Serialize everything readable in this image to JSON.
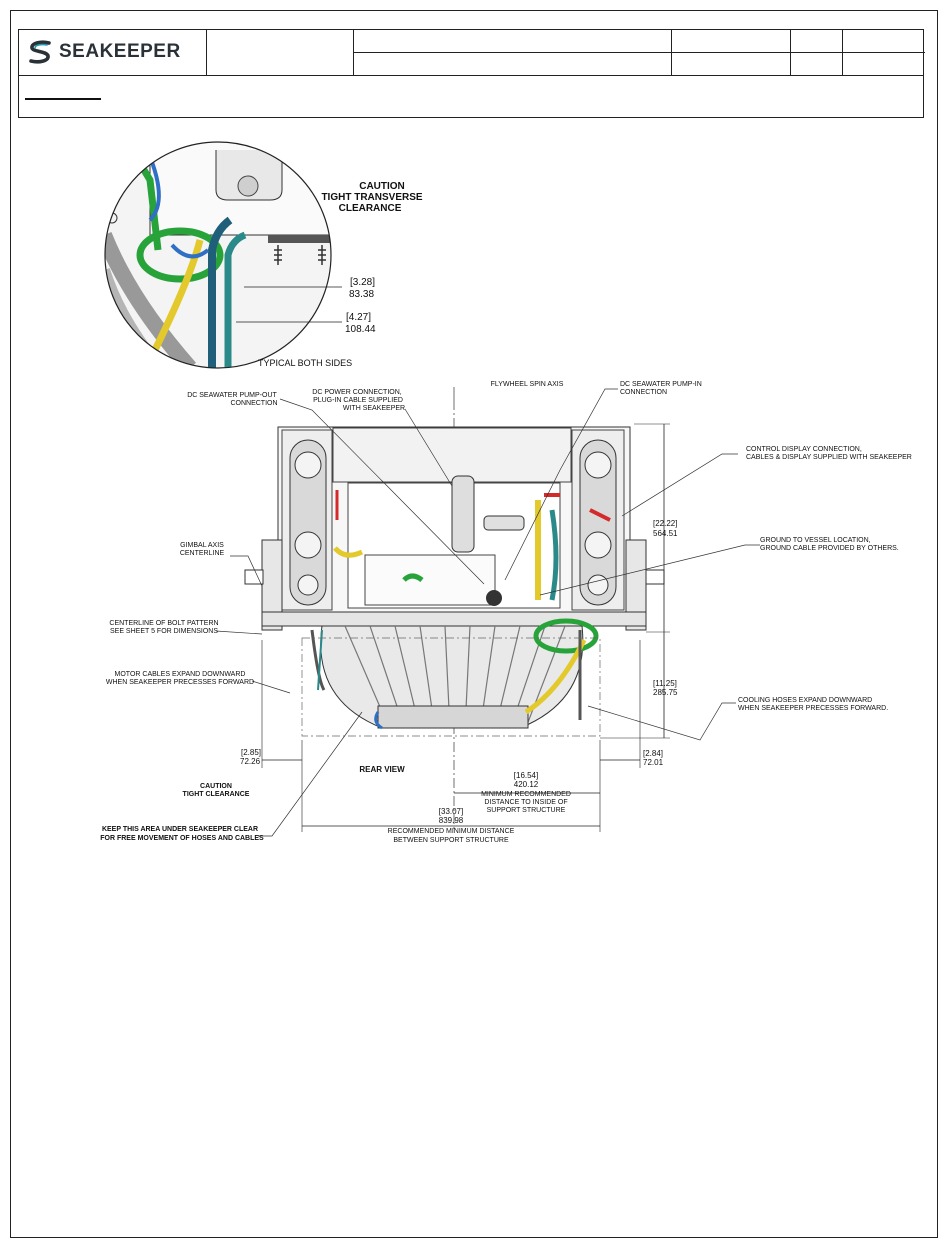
{
  "brand": {
    "logo_text": "SEAKEEPER"
  },
  "detail": {
    "caution_lines": [
      "CAUTION",
      "TIGHT TRANSVERSE",
      "CLEARANCE"
    ],
    "dim_a_in": "[3.28]",
    "dim_a_mm": "83.38",
    "dim_b_in": "[4.27]",
    "dim_b_mm": "108.44",
    "caption": "TYPICAL BOTH SIDES"
  },
  "callouts": {
    "dc_pump_out": [
      "DC SEAWATER PUMP-OUT",
      "CONNECTION"
    ],
    "dc_power": [
      "DC POWER CONNECTION,",
      "PLUG-IN CABLE SUPPLIED",
      "WITH SEAKEEPER"
    ],
    "flywheel": "FLYWHEEL SPIN AXIS",
    "dc_pump_in": [
      "DC SEAWATER PUMP-IN",
      "CONNECTION"
    ],
    "control_display": [
      "CONTROL DISPLAY CONNECTION,",
      "CABLES & DISPLAY SUPPLIED WITH SEAKEEPER"
    ],
    "gimbal": [
      "GIMBAL AXIS",
      "CENTERLINE"
    ],
    "ground": [
      "GROUND TO VESSEL LOCATION,",
      "GROUND CABLE PROVIDED BY OTHERS."
    ],
    "bolt_pattern": [
      "CENTERLINE OF BOLT PATTERN",
      "SEE SHEET 5 FOR DIMENSIONS"
    ],
    "motor_cables": [
      "MOTOR CABLES EXPAND DOWNWARD",
      "WHEN SEAKEEPER PRECESSES FORWARD"
    ],
    "cooling_hoses": [
      "COOLING HOSES EXPAND DOWNWARD",
      "WHEN SEAKEEPER PRECESSES FORWARD."
    ],
    "caution_tight": [
      "CAUTION",
      "TIGHT CLEARANCE"
    ],
    "keep_clear": [
      "KEEP THIS AREA UNDER SEAKEEPER CLEAR",
      "FOR FREE MOVEMENT OF HOSES AND CABLES"
    ]
  },
  "dimensions": {
    "height_upper_in": "[22.22]",
    "height_upper_mm": "564.51",
    "height_lower_in": "[11.25]",
    "height_lower_mm": "285.75",
    "left_clear_in": "[2.85]",
    "left_clear_mm": "72.26",
    "right_clear_in": "[2.84]",
    "right_clear_mm": "72.01",
    "half_in": "[16.54]",
    "half_mm": "420.12",
    "half_note": [
      "MINIMUM RECOMMENDED",
      "DISTANCE TO INSIDE OF",
      "SUPPORT STRUCTURE"
    ],
    "full_in": "[33.07]",
    "full_mm": "839.98",
    "full_note": [
      "RECOMMENDED MINIMUM DISTANCE",
      "BETWEEN SUPPORT STRUCTURE"
    ]
  },
  "view_label": "REAR VIEW",
  "colors": {
    "green": "#27a33a",
    "yellow": "#e3c92b",
    "teal": "#2a8a8a",
    "red": "#d42a2a",
    "blue": "#2f6fc4",
    "brand_teal": "#1f9bb0"
  }
}
